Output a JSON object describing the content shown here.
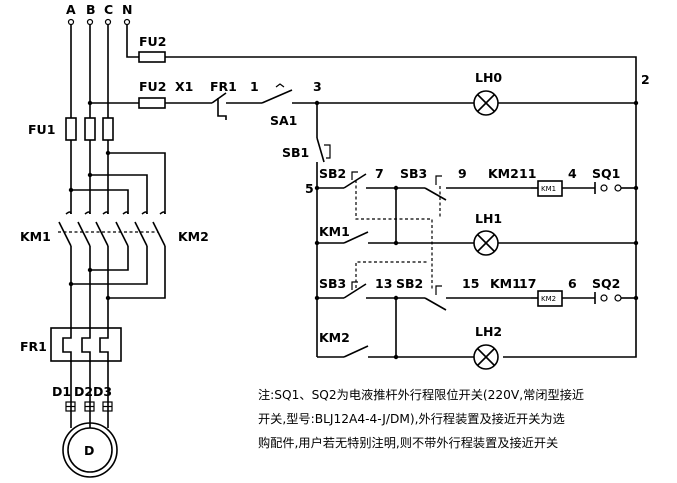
{
  "phases": [
    "A",
    "B",
    "C",
    "N"
  ],
  "labels": {
    "fu2_top": "FU2",
    "fu2_ctrl": "FU2",
    "x1": "X1",
    "fr1_ctrl": "FR1",
    "n1": "1",
    "n3": "3",
    "sa1": "SA1",
    "lh0": "LH0",
    "n2": "2",
    "fu1": "FU1",
    "sb1": "SB1",
    "n5": "5",
    "sb2_a": "SB2",
    "n7": "7",
    "sb3_a": "SB3",
    "n9": "9",
    "km2_a": "KM2",
    "n11": "11",
    "km1_box": "KM1",
    "n4": "4",
    "sq1": "SQ1",
    "km1_main": "KM1",
    "km2_main": "KM2",
    "km1_hold": "KM1",
    "lh1": "LH1",
    "sb3_b": "SB3",
    "n13": "13",
    "sb2_b": "SB2",
    "n15": "15",
    "km1_b": "KM1",
    "n17": "17",
    "km2_box": "KM2",
    "n6": "6",
    "sq2": "SQ2",
    "fr1_main": "FR1",
    "km2_hold": "KM2",
    "lh2": "LH2",
    "d1": "D1",
    "d2": "D2",
    "d3": "D3",
    "motor": "D"
  },
  "note": {
    "line1": "注:SQ1、SQ2为电液推杆外行程限位开关(220V,常闭型接近",
    "line2": "开关,型号:BLJ12A4-4-J/DM),外行程装置及接近开关为选",
    "line3": "购配件,用户若无特别注明,则不带外行程装置及接近开关"
  }
}
